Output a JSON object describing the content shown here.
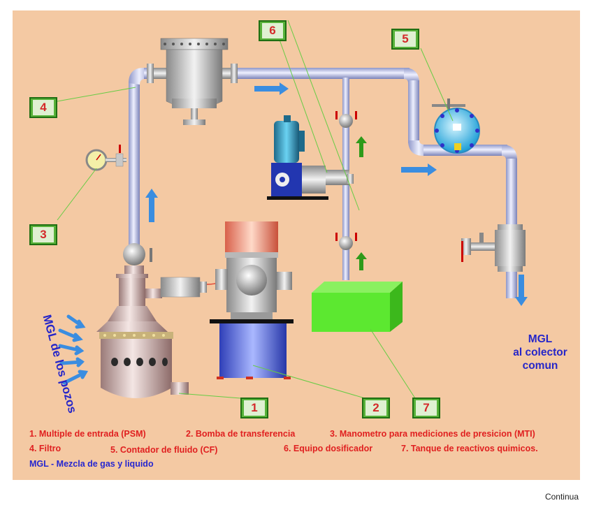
{
  "badges": {
    "b1": "1",
    "b2": "2",
    "b3": "3",
    "b4": "4",
    "b5": "5",
    "b6": "6",
    "b7": "7"
  },
  "labels": {
    "mgl_pozos": "MGL de los pozos",
    "mgl_dest_line1": "MGL",
    "mgl_dest_line2": "al colector",
    "mgl_dest_line3": "comun"
  },
  "legend": {
    "item1": "1. Multiple de entrada (PSM)",
    "item2": "2. Bomba de transferencia",
    "item3": "3. Manometro para mediciones de presicion (MTI)",
    "item4": "4. Filtro",
    "item5": "5. Contador de fluido (CF)",
    "item6": "6. Equipo dosificador",
    "item7": "7. Tanque de reactivos quimicos.",
    "mgl_def": "MGL - Mezcla de gas y liquido"
  },
  "nav": {
    "continue": "Continua"
  },
  "colors": {
    "background": "#f4c9a3",
    "badge_green": "#58b23a",
    "number_red": "#d42a2a",
    "flow_arrow_blue": "#3a8de0",
    "flow_arrow_green": "#2e9a1a",
    "tank_green": "#5ce830",
    "legend_red": "#e02020",
    "legend_blue": "#2626d0"
  }
}
